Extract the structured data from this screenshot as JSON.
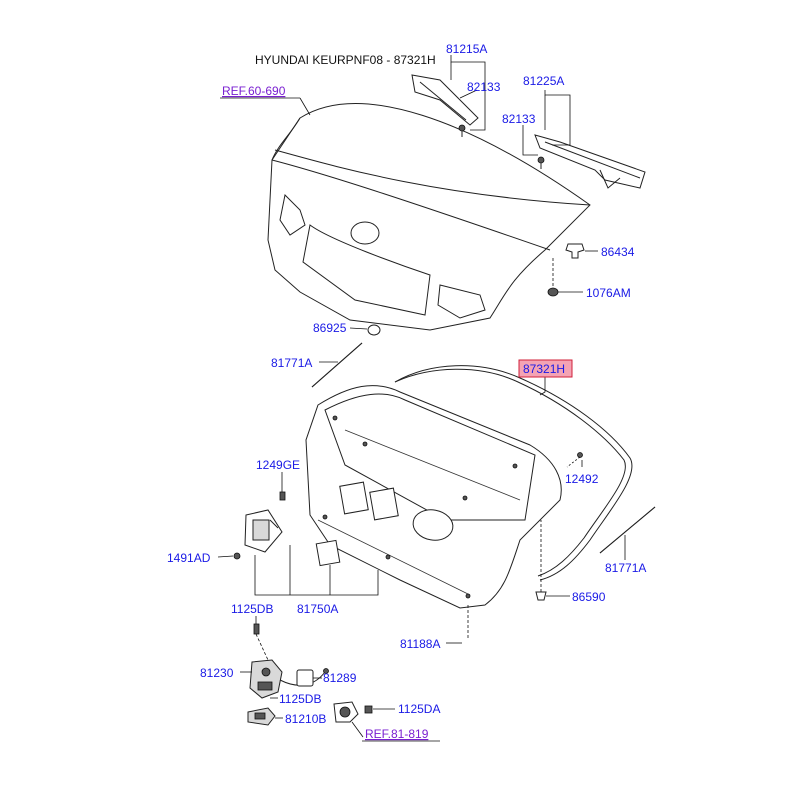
{
  "header": {
    "title": "HYUNDAI KEURPNF08 - 87321H"
  },
  "refs": {
    "ref_top": "REF.60-690",
    "ref_bottom": "REF.81-819"
  },
  "parts": {
    "p81215A": "81215A",
    "p82133a": "82133",
    "p81225A": "81225A",
    "p82133b": "82133",
    "p86434": "86434",
    "p1076AM": "1076AM",
    "p86925": "86925",
    "p81771Aa": "81771A",
    "p87321H": "87321H",
    "p12492": "12492",
    "p1249GE": "1249GE",
    "p1491AD": "1491AD",
    "p81771Ab": "81771A",
    "p86590": "86590",
    "p1125DBa": "1125DB",
    "p81750A": "81750A",
    "p81188A": "81188A",
    "p81230": "81230",
    "p81289": "81289",
    "p1125DBb": "1125DB",
    "p81210B": "81210B",
    "p1125DA": "1125DA"
  },
  "colors": {
    "label_blue": "#1a1ae6",
    "ref_purple": "#7a1fd1",
    "highlight_fill": "#f4a3b4",
    "highlight_stroke": "#d0203a"
  }
}
